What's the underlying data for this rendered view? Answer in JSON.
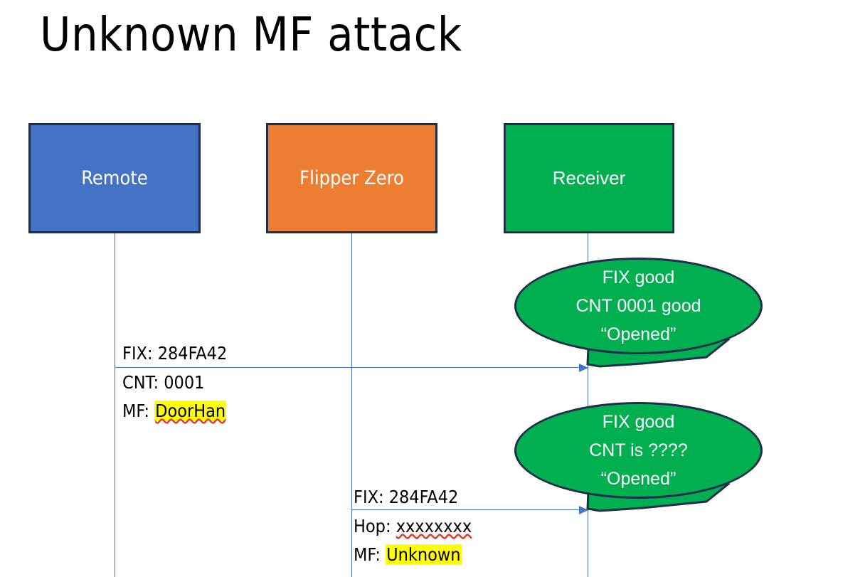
{
  "slide": {
    "title": "Unknown MF attack",
    "background": "#ffffff"
  },
  "colors": {
    "remote_blue": "#4472C4",
    "flipper_orange": "#ED7D31",
    "receiver_green": "#00B050",
    "border_navy": "#1F2E4D",
    "line_blue": "#4472C4",
    "highlight_yellow": "#FFFF00",
    "spellcheck_red": "#E03A28",
    "text_black": "#000000",
    "text_white": "#FFFFFF"
  },
  "actors": [
    {
      "id": "remote",
      "label": "Remote"
    },
    {
      "id": "flipper",
      "label": "Flipper Zero"
    },
    {
      "id": "receiver",
      "label": "Receiver"
    }
  ],
  "messages": [
    {
      "id": "msg1",
      "from": "remote",
      "to": "receiver",
      "head": "FIX: 284FA42",
      "line2_label": "CNT: ",
      "line2_value": "0001",
      "line3_label": "MF: ",
      "line3_value": "DoorHan",
      "line3_highlighted": true,
      "line3_spellchecked": true
    },
    {
      "id": "msg2",
      "from": "flipper",
      "to": "receiver",
      "head": "FIX: 284FA42",
      "line2_label": "Hop: ",
      "line2_value": "xxxxxxxx",
      "line2_spellchecked": true,
      "line3_label": "MF: ",
      "line3_value": "Unknown",
      "line3_highlighted": true
    }
  ],
  "balloons": [
    {
      "id": "balloon1",
      "owner": "receiver",
      "lines": [
        "FIX good",
        "CNT 0001 good",
        "“Opened”"
      ]
    },
    {
      "id": "balloon2",
      "owner": "receiver",
      "lines": [
        "FIX good",
        "CNT is ????",
        "“Opened”"
      ]
    }
  ]
}
